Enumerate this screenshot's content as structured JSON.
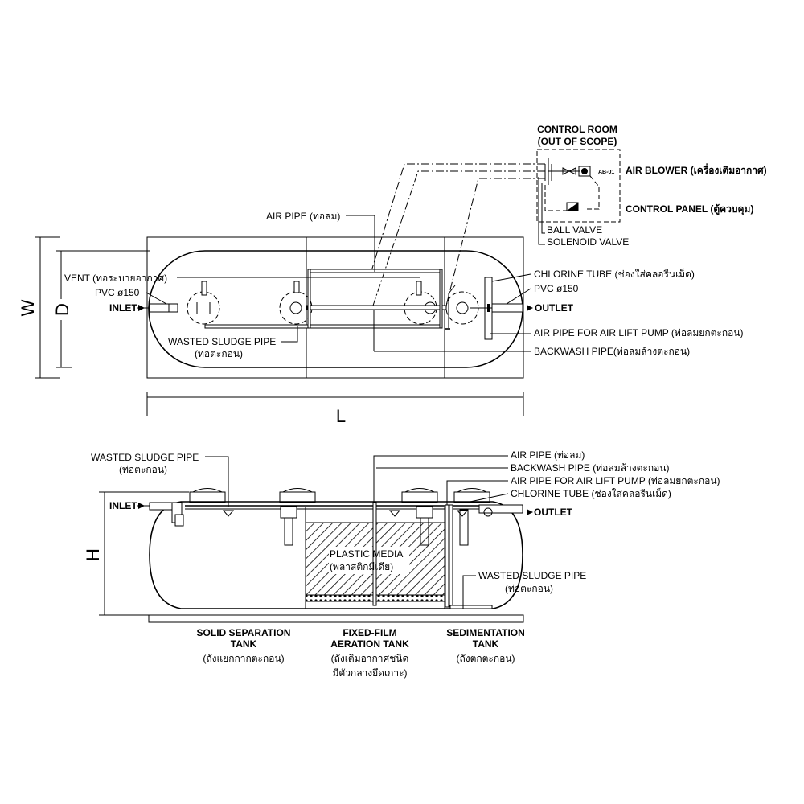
{
  "control_room": {
    "title": "CONTROL ROOM",
    "scope": "(OUT OF SCOPE)",
    "air_blower": "AIR BLOWER (เครื่องเติมอากาศ)",
    "blower_tag": "AB-01",
    "control_panel": "CONTROL PANEL (ตู้ควบคุม)",
    "ball_valve": "BALL VALVE",
    "solenoid_valve": "SOLENOID VALVE"
  },
  "plan_view": {
    "air_pipe": "AIR PIPE (ท่อลม)",
    "vent": "VENT (ท่อระบายอากาศ)",
    "pvc_left": "PVC ø150",
    "inlet": "INLET",
    "wasted_sludge_pipe": "WASTED SLUDGE PIPE",
    "wasted_sludge_pipe_th": "(ท่อตะกอน)",
    "chlorine_tube": "CHLORINE TUBE (ช่องใส่คลอรีนเม็ด)",
    "pvc_right": "PVC ø150",
    "outlet": "OUTLET",
    "air_lift": "AIR PIPE FOR AIR LIFT PUMP (ท่อลมยกตะกอน)",
    "backwash": "BACKWASH PIPE(ท่อลมล้างตะกอน)",
    "dim_w": "W",
    "dim_d": "D",
    "dim_l": "L"
  },
  "section_view": {
    "wasted_sludge_pipe": "WASTED SLUDGE PIPE",
    "wasted_sludge_pipe_th": "(ท่อตะกอน)",
    "inlet": "INLET",
    "air_pipe": "AIR PIPE (ท่อลม)",
    "backwash": "BACKWASH PIPE (ท่อลมล้างตะกอน)",
    "air_lift": "AIR PIPE FOR AIR LIFT PUMP (ท่อลมยกตะกอน)",
    "chlorine_tube": "CHLORINE TUBE (ช่องใส่คลอรีนเม็ด)",
    "outlet": "OUTLET",
    "plastic_media": "PLASTIC MEDIA",
    "plastic_media_th": "(พลาสติกมีเดีย)",
    "wasted_sludge_pipe_2": "WASTED SLUDGE PIPE",
    "wasted_sludge_pipe_2_th": "(ท่อตะกอน)",
    "dim_h": "H"
  },
  "tanks": [
    {
      "name": "SOLID  SEPARATION",
      "name2": "TANK",
      "thai": "(ถังแยกกากตะกอน)",
      "thai2": ""
    },
    {
      "name": "FIXED-FILM",
      "name2": "AERATION TANK",
      "thai": "(ถังเติมอากาศชนิด",
      "thai2": "มีตัวกลางยึดเกาะ)"
    },
    {
      "name": "SEDIMENTATION",
      "name2": "TANK",
      "thai": "(ถังตกตะกอน)",
      "thai2": ""
    }
  ]
}
